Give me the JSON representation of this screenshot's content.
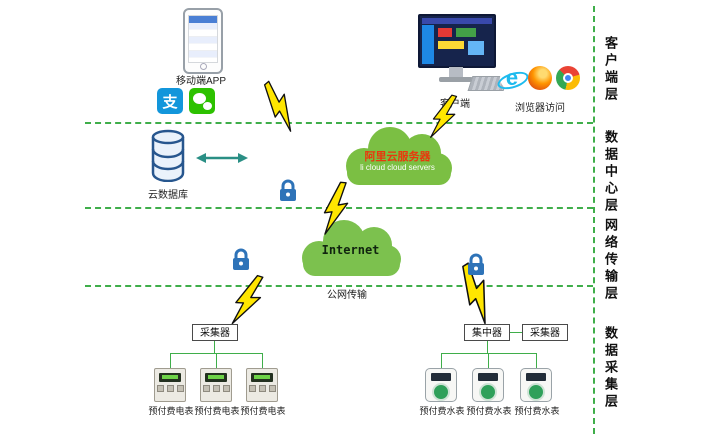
{
  "layer_labels": {
    "client": "客户端层",
    "data_center": "数据中心层",
    "network": "网络传输层",
    "collection": "数据采集层"
  },
  "client_layer": {
    "mobile_app_label": "移动端APP",
    "client_label": "客户端",
    "browser_label": "浏览器访问",
    "alipay_glyph": "支",
    "ie_glyph": "e"
  },
  "data_center_layer": {
    "cloud_db_label": "云数据库",
    "ali_cloud_title": "阿里云服务器",
    "ali_cloud_subtitle": "li cloud  cloud servers"
  },
  "network_layer": {
    "internet_label": "Internet",
    "public_net_label": "公网传输"
  },
  "collection_layer": {
    "collector_left_label": "采集器",
    "concentrator_label": "集中器",
    "collector_right_label": "采集器",
    "electric_meter_labels": [
      "预付费电表",
      "预付费电表",
      "预付费电表"
    ],
    "water_meter_labels": [
      "预付费水表",
      "预付费水表",
      "预付费水表"
    ]
  },
  "colors": {
    "divider_green": "#3fae4a",
    "cloud_green": "#7bbf43",
    "ali_title_red": "#e8380d",
    "lightning_yellow": "#ffe600",
    "lock_blue": "#2e73b8",
    "alipay_blue": "#1296db",
    "wechat_green": "#2dc100",
    "arrow_teal": "#2a8f85"
  }
}
